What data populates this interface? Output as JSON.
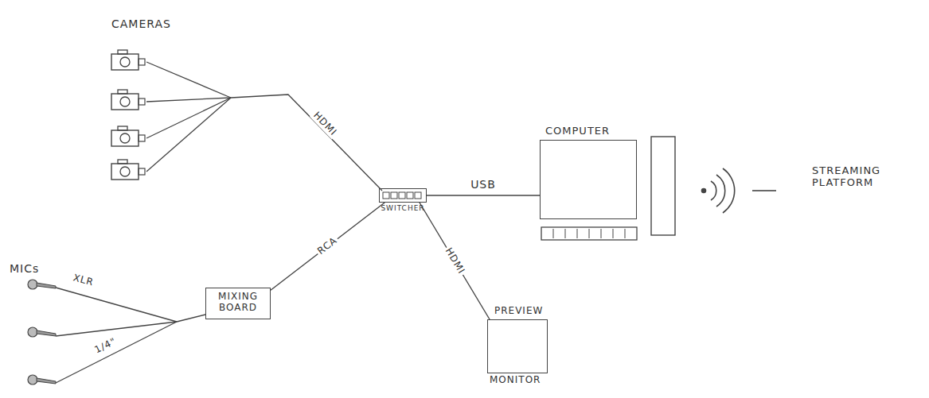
{
  "diagram": {
    "nodes": [
      {
        "text": [
          "MIXING BOARD"
        ]
      },
      {
        "text": [
          "SWITCHER"
        ]
      },
      {
        "text": [
          "COMPUTER"
        ]
      },
      {
        "text": [
          "PREVIEW",
          "MONITOR"
        ]
      }
    ],
    "edges": [
      {
        "from": 0,
        "to": 1,
        "arrow": "none",
        "label": "RCA"
      },
      {
        "from": 1,
        "to": 2,
        "arrow": "none",
        "label": "USB"
      },
      {
        "from": 1,
        "to": 3,
        "arrow": "none",
        "label": "HDMI"
      }
    ],
    "labels": [
      "CAMERAS",
      "HDMI",
      "MICs",
      "XLR",
      "1/4\"",
      "STREAMING PLATFORM"
    ]
  }
}
